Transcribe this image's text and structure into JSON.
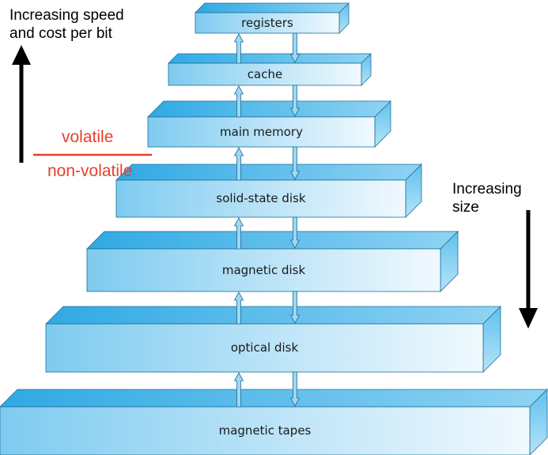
{
  "levels": [
    {
      "label": "registers"
    },
    {
      "label": "cache"
    },
    {
      "label": "main memory"
    },
    {
      "label": "solid-state disk"
    },
    {
      "label": "magnetic disk"
    },
    {
      "label": "optical disk"
    },
    {
      "label": "magnetic tapes"
    }
  ],
  "annotations": {
    "speed_line1": "Increasing speed",
    "speed_line2": "and cost per bit",
    "size_line1": "Increasing",
    "size_line2": "size",
    "volatile": "volatile",
    "nonvolatile": "non-volatile"
  },
  "colors": {
    "box_front_dark": "#7ecbf0",
    "box_front_light": "#f0f9fe",
    "box_top": "#3fb4ea",
    "box_side": "#5fc1ee",
    "arrow_fill": "#9fd7f5",
    "divider": "#e8402b",
    "text_red": "#e8402b"
  }
}
